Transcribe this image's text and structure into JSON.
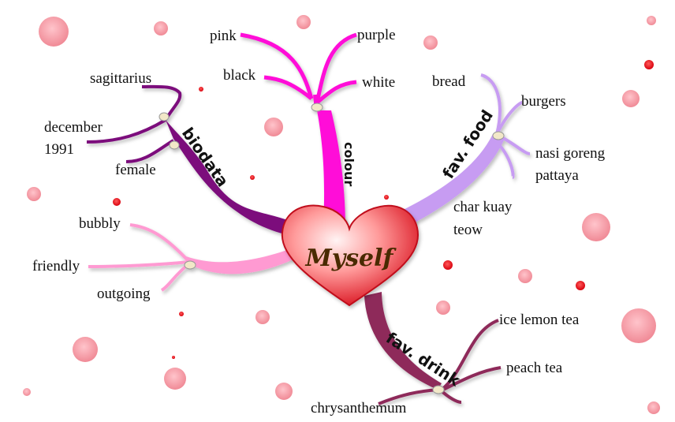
{
  "center": {
    "label": "Myself"
  },
  "branches": {
    "biodata": {
      "label": "biodata",
      "leaves": [
        "sagittarius",
        "december",
        "1991",
        "female"
      ]
    },
    "colour": {
      "label": "colour",
      "leaves": [
        "pink",
        "purple",
        "black",
        "white"
      ]
    },
    "food": {
      "label": "fav. food",
      "leaves": [
        "bread",
        "burgers",
        "nasi goreng",
        "pattaya",
        "char kuay",
        "teow"
      ]
    },
    "personality": {
      "leaves": [
        "bubbly",
        "friendly",
        "outgoing"
      ]
    },
    "drink": {
      "label": "fav. drink",
      "leaves": [
        "ice lemon tea",
        "peach tea",
        "chrysanthemum"
      ]
    }
  },
  "colors": {
    "biodata": "#7b0a7b",
    "colour": "#ff10d8",
    "food": "#c79cf2",
    "personality": "#ff9ad2",
    "drink": "#8e2a5a",
    "heart": "#e8202a",
    "dot_large": "#f7a6b0",
    "dot_small": "#e8141c"
  }
}
